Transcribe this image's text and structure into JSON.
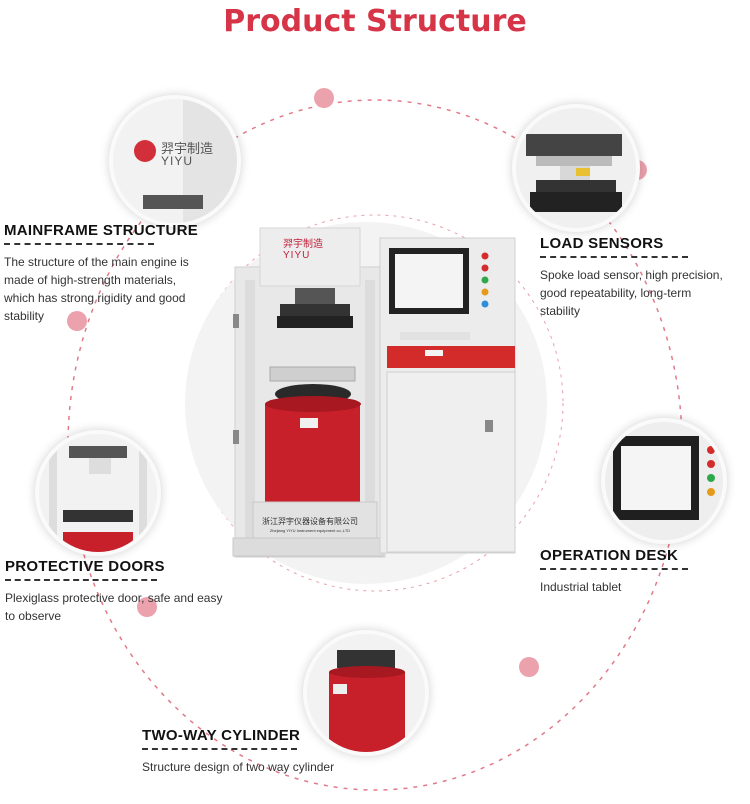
{
  "page": {
    "title": "Product Structure"
  },
  "brand": {
    "cn": "羿宇制造",
    "en": "YIYU"
  },
  "machine": {
    "plate_cn": "浙江羿宇仪器设备有限公司",
    "plate_en": "Zhejiang YIYU Instrument equipment co.,LTD"
  },
  "features": [
    {
      "heading": "MAINFRAME STRUCTURE",
      "text": "The structure of the main engine is made of high-strength materials, which has strong rigidity and good stability"
    },
    {
      "heading": "LOAD SENSORS",
      "text": "Spoke load sensor, high precision, good repeatability, long-term stability"
    },
    {
      "heading": "PROTECTIVE DOORS",
      "text": "Plexiglass protective door, safe and easy to observe"
    },
    {
      "heading": "OPERATION DESK",
      "text": "Industrial tablet"
    },
    {
      "heading": "TWO-WAY CYLINDER",
      "text": "Structure design of two way cylinder"
    }
  ],
  "colors": {
    "accent": "#d63447",
    "dot": "#eba2ad",
    "cylinder": "#c8202a"
  }
}
